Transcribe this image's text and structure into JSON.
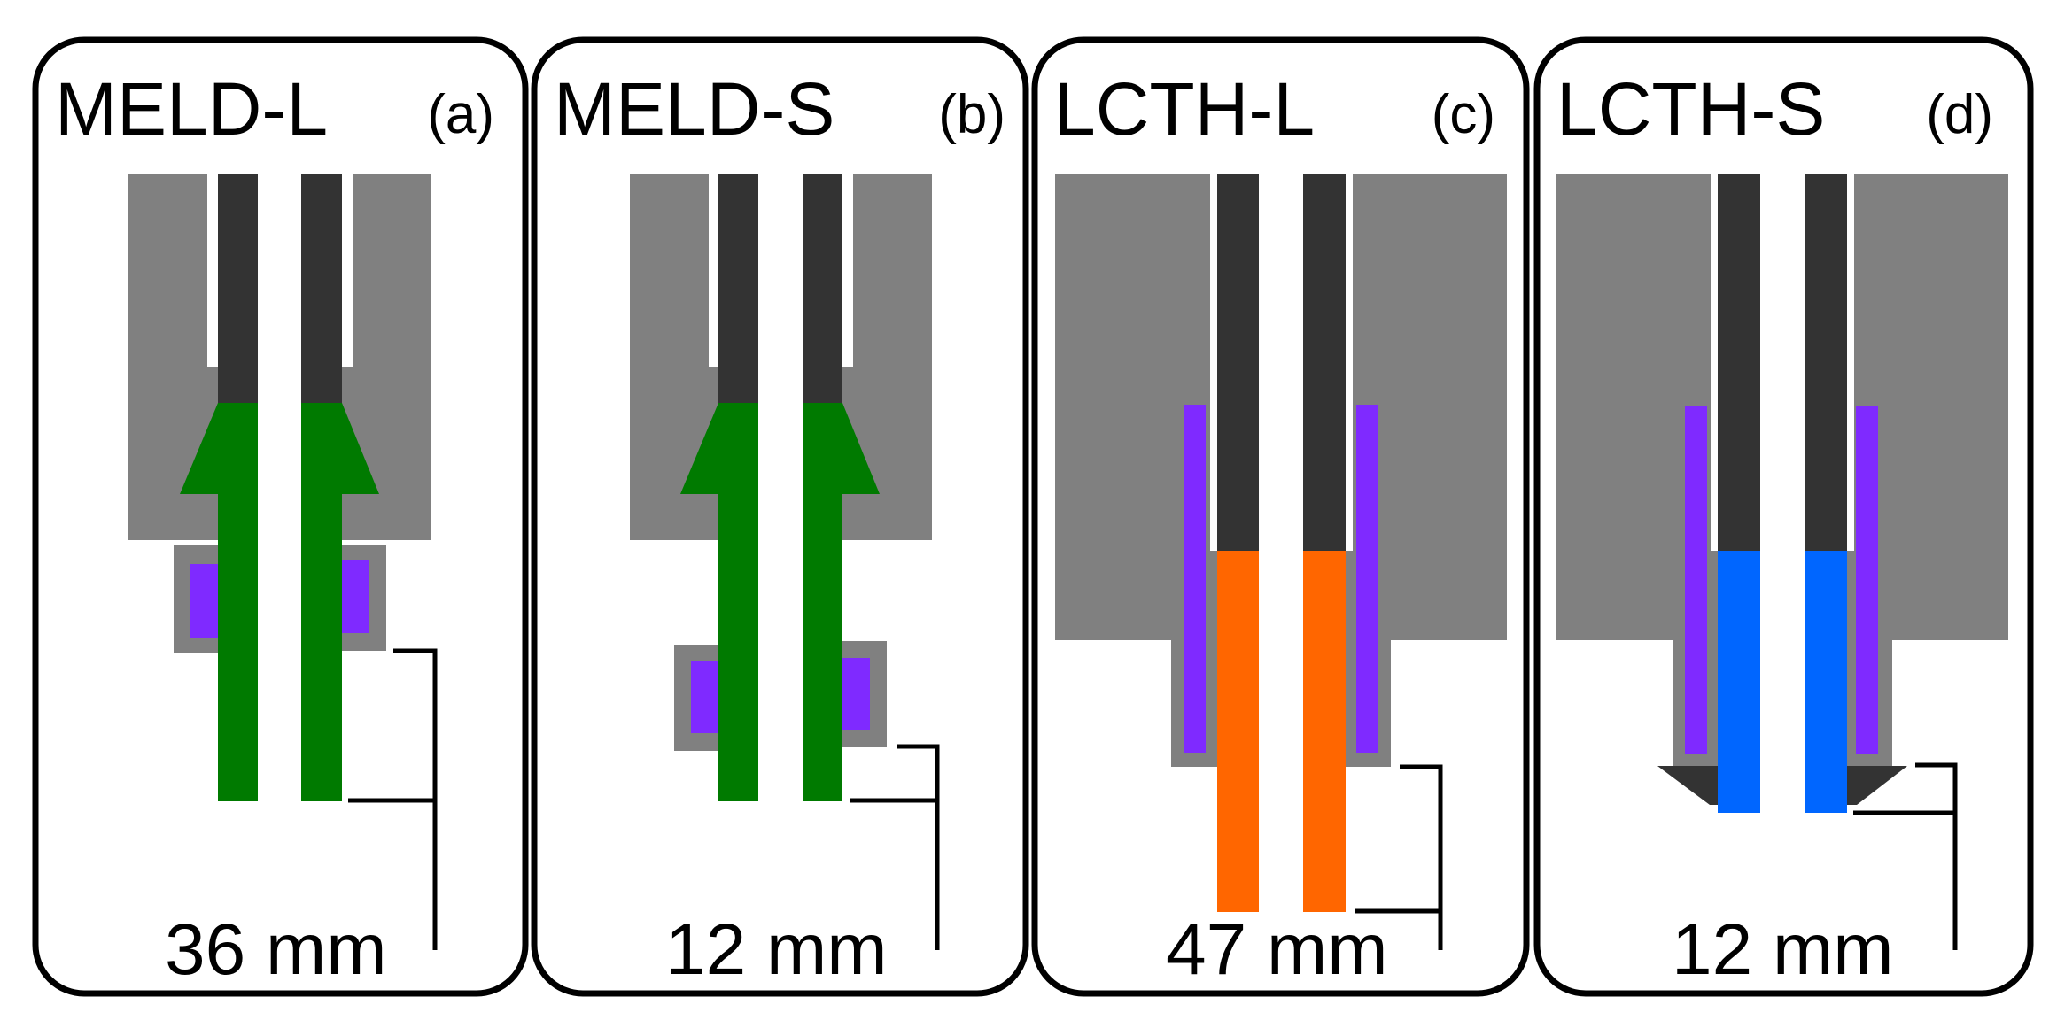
{
  "colors": {
    "housing": "#808080",
    "rod": "#333333",
    "meld_feed": "#007a00",
    "heater": "#7f2aff",
    "lcth_l_material": "#ff6600",
    "lcth_s_material": "#0066ff",
    "nozzle": "#333333",
    "frame": "#000000"
  },
  "panels": [
    {
      "id": "a",
      "title": "MELD-L",
      "tag": "(a)",
      "dimension": "36 mm"
    },
    {
      "id": "b",
      "title": "MELD-S",
      "tag": "(b)",
      "dimension": "12 mm"
    },
    {
      "id": "c",
      "title": "LCTH-L",
      "tag": "(c)",
      "dimension": "47 mm"
    },
    {
      "id": "d",
      "title": "LCTH-S",
      "tag": "(d)",
      "dimension": "12 mm"
    }
  ]
}
